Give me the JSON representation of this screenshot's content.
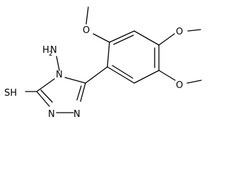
{
  "molecule": {
    "atoms": {
      "sh": "SH",
      "n_amino": "N",
      "n_amino_h": "H",
      "n_amino_sub": "2",
      "n4": "N",
      "n1": "N",
      "n2": "N",
      "o_ortho": "O",
      "o_para": "O",
      "o_meta": "O"
    },
    "colors": {
      "bond": "#000000",
      "text": "#000000",
      "background": "#ffffff"
    }
  }
}
